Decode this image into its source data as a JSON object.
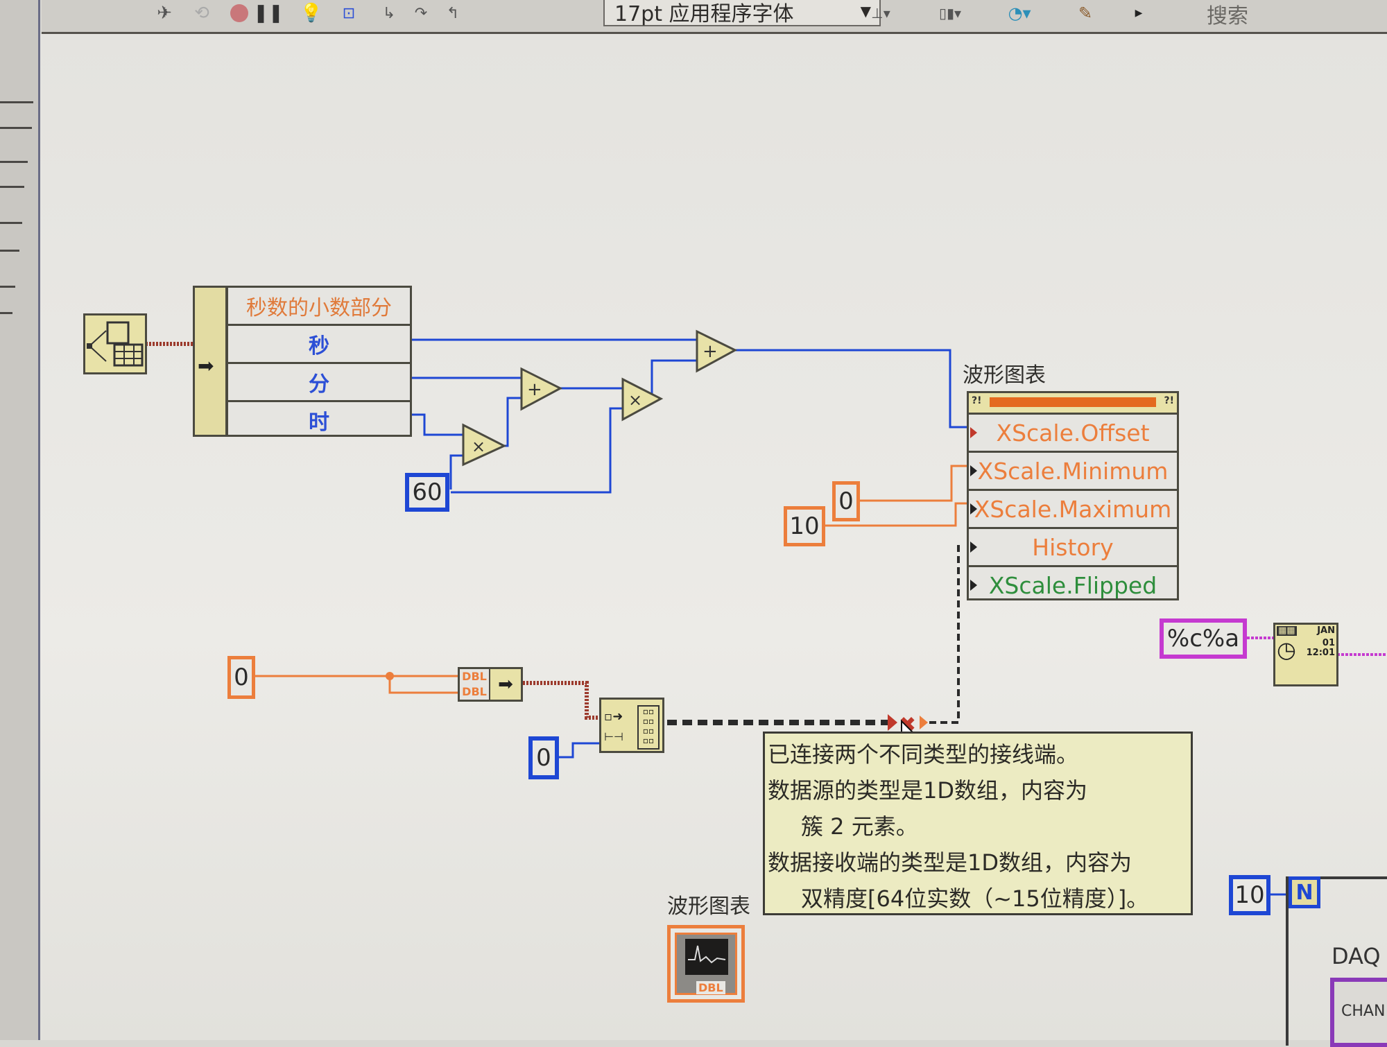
{
  "toolbar": {
    "icons": [
      "run-continuously-icon",
      "abort-icon",
      "stop-icon",
      "pause-icon",
      "highlight-execution-icon",
      "retain-wire-values-icon",
      "step-into-icon",
      "step-over-icon",
      "step-out-icon",
      "align-icon",
      "distribute-icon",
      "reorder-icon",
      "cleanup-icon"
    ],
    "font_select": "17pt 应用程序字体",
    "search_label": "搜索"
  },
  "diagram": {
    "bundle": {
      "title": "秒数的小数部分",
      "rows": [
        "秒",
        "分",
        "时"
      ]
    },
    "operators": [
      {
        "id": "multiply-1",
        "symbol": "×"
      },
      {
        "id": "add-1",
        "symbol": "+"
      },
      {
        "id": "multiply-2",
        "symbol": "×"
      },
      {
        "id": "add-2",
        "symbol": "+"
      }
    ],
    "constants": {
      "sixty": "60",
      "zero_orange_a": "0",
      "ten_orange": "10",
      "zero_orange_b": "0",
      "zero_blue": "0",
      "format_string": "%c%a",
      "loop_count": "10"
    },
    "property_node": {
      "label": "波形图表",
      "properties": [
        {
          "name": "XScale.Offset",
          "color": "orange"
        },
        {
          "name": "XScale.Minimum",
          "color": "orange"
        },
        {
          "name": "XScale.Maximum",
          "color": "orange"
        },
        {
          "name": "History",
          "color": "orange"
        },
        {
          "name": "XScale.Flipped",
          "color": "green"
        }
      ]
    },
    "build_array": {
      "labels": [
        "DBL",
        "DBL"
      ]
    },
    "chart_terminal": {
      "label": "波形图表",
      "type_label": "DBL"
    },
    "timestamp_icon": {
      "month": "JAN",
      "day": "01",
      "time": "12:01"
    },
    "for_loop": {
      "count_terminal": "N"
    },
    "daq": {
      "label": "DAQ",
      "chan": "CHAN"
    }
  },
  "tooltip": {
    "lines": [
      "已连接两个不同类型的接线端。",
      "数据源的类型是1D数组，内容为",
      "簇 2 元素。",
      "数据接收端的类型是1D数组，内容为",
      "双精度[64位实数（~15位精度）]。"
    ]
  },
  "colors": {
    "wire_blue": "#1e47d4",
    "wire_orange": "#ec7e3c",
    "wire_pink": "#c53ad0",
    "wire_cluster": "#9c3a2c",
    "node_yellow": "#e8e2a8",
    "tooltip_bg": "#ecebc2"
  }
}
